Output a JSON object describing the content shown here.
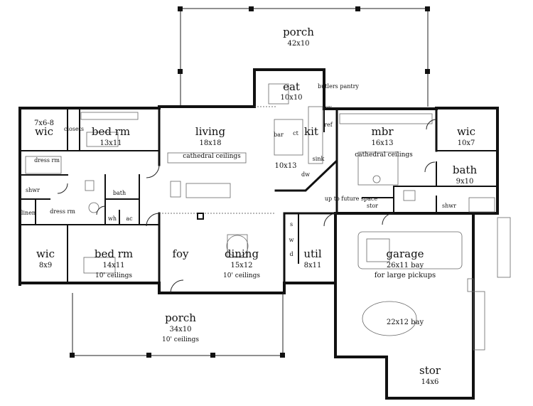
{
  "rooms": {
    "porch_top": {
      "name": "porch",
      "dim": "42x10"
    },
    "eat": {
      "name": "eat",
      "dim": "10x10"
    },
    "butlers": {
      "label": "butlers pantry"
    },
    "kit": {
      "name": "kit"
    },
    "living": {
      "name": "living",
      "dim": "18x18",
      "note": "cathedral ceilings"
    },
    "bed_top": {
      "name": "bed rm",
      "dim": "13x11"
    },
    "wic_left_top": {
      "name": "wic",
      "dim": "7x6-8"
    },
    "mbr": {
      "name": "mbr",
      "dim": "16x13",
      "note": "cathedral ceilings"
    },
    "wic_right": {
      "name": "wic",
      "dim": "10x7"
    },
    "bath_right": {
      "name": "bath",
      "dim": "9x10"
    },
    "bed_bottom": {
      "name": "bed rm",
      "dim": "14x11",
      "note": "10' ceilings"
    },
    "wic_left_bottom": {
      "name": "wic",
      "dim": "8x9"
    },
    "foy": {
      "name": "foy"
    },
    "dining": {
      "name": "dining",
      "dim": "15x12",
      "note": "10' ceilings"
    },
    "util": {
      "name": "util",
      "dim": "8x11"
    },
    "garage": {
      "name": "garage",
      "dim": "26x11 bay",
      "note": "for large pickups",
      "bay": "22x12 bay"
    },
    "porch_bottom": {
      "name": "porch",
      "dim": "34x10",
      "note": "10' ceilings"
    },
    "stor_bottom": {
      "name": "stor",
      "dim": "14x6"
    }
  },
  "labels": {
    "kitchen_dim": "10x13",
    "sink": "sink",
    "dw": "dw",
    "closets": "closets",
    "dress_rm_top": "dress rm",
    "dress_rm_bottom": "dress rm",
    "shwr_left": "shwr",
    "linen": "linen",
    "bath_left": "bath",
    "ac": "ac",
    "wh": "wh",
    "up_to_future": "up to future space",
    "stor_small": "stor",
    "shwr_right": "shwr",
    "s": "s",
    "w": "w",
    "d": "d",
    "ref": "ref",
    "ov": "ov",
    "ct": "ct",
    "bar": "bar"
  }
}
